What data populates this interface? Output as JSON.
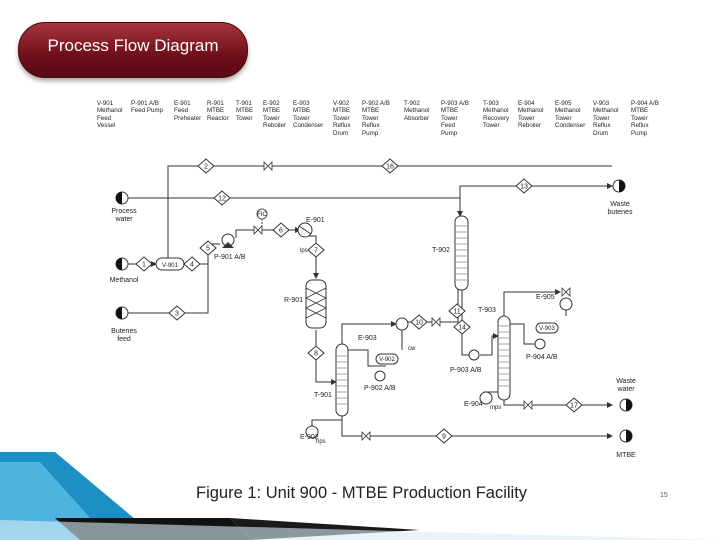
{
  "slide": {
    "title": "Process Flow Diagram",
    "caption": "Figure 1: Unit 900 - MTBE Production Facility",
    "page_number": "15"
  },
  "legend": [
    {
      "tag": "V-901",
      "desc": "Methanol\nFeed\nVessel"
    },
    {
      "tag": "P-901 A/B",
      "desc": "Feed Pump"
    },
    {
      "tag": "E-901",
      "desc": "Feed\nPreheater"
    },
    {
      "tag": "R-901",
      "desc": "MTBE\nReactor"
    },
    {
      "tag": "T-901",
      "desc": "MTBE\nTower"
    },
    {
      "tag": "E-902",
      "desc": "MTBE\nTower\nReboiler"
    },
    {
      "tag": "E-903",
      "desc": "MTBE\nTower\nCondenser"
    },
    {
      "tag": "V-902",
      "desc": "MTBE\nTower\nReflux\nDrum"
    },
    {
      "tag": "P-902 A/B",
      "desc": "MTBE\nTower\nReflux\nPump"
    },
    {
      "tag": "T-902",
      "desc": "Methanol\nAbsorber"
    },
    {
      "tag": "P-903 A/B",
      "desc": "MTBE\nTower\nFeed\nPump"
    },
    {
      "tag": "T-903",
      "desc": "Methanol\nRecovery\nTower"
    },
    {
      "tag": "E-904",
      "desc": "Methanol\nTower\nReboiler"
    },
    {
      "tag": "E-905",
      "desc": "Methanol\nTower\nCondenser"
    },
    {
      "tag": "V-903",
      "desc": "Methanol\nTower\nReflux\nDrum"
    },
    {
      "tag": "P-904 A/B",
      "desc": "MTBE\nTower\nReflux\nPump"
    }
  ],
  "streams": [
    "1",
    "2",
    "3",
    "4",
    "5",
    "6",
    "7",
    "8",
    "9",
    "10",
    "11",
    "12",
    "13",
    "14",
    "16",
    "17"
  ],
  "labels": {
    "process_water": "Process\nwater",
    "methanol": "Methanol",
    "butenes_feed": "Butenes\nfeed",
    "waste_butenes": "Waste\nbutenes",
    "waste_water": "Waste\nwater",
    "mtbe": "MTBE",
    "v901": "V-901",
    "p901": "P-901 A/B",
    "e901": "E-901",
    "fic": "FIC",
    "lps": "lps",
    "r901": "R-901",
    "t901": "T-901",
    "e902": "E-902",
    "hps": "hps",
    "e903": "E-903",
    "v902": "V-902",
    "p902": "P-902 A/B",
    "cw": "cw",
    "t902": "T-902",
    "p903": "P-903 A/B",
    "t903": "T-903",
    "e904": "E-904",
    "mps": "mps",
    "e905": "E-905",
    "v903": "V-903",
    "p904": "P-904 A/B"
  },
  "colors": {
    "title_pill": "#7a1420",
    "deco_blue": "#1c8fc4",
    "line": "#333333"
  }
}
